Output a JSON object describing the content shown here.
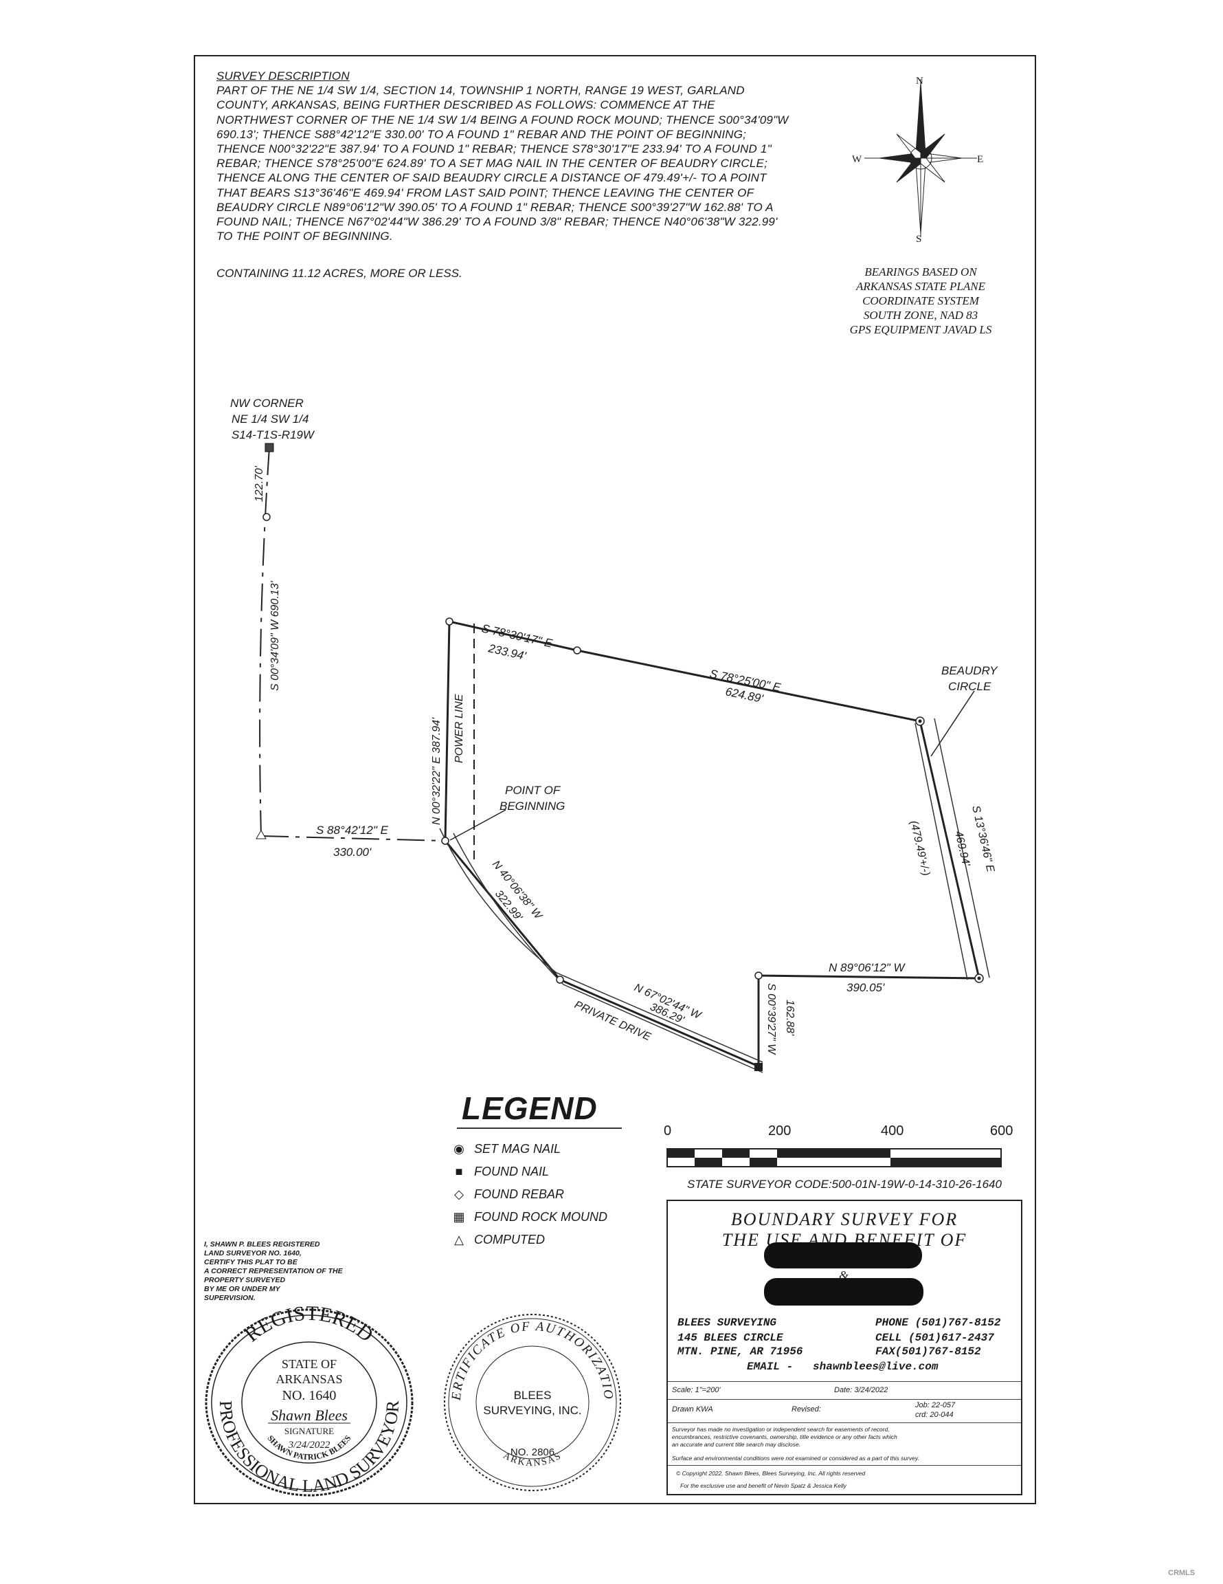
{
  "survey": {
    "heading": "SURVEY DESCRIPTION",
    "text": "PART OF THE NE 1/4 SW 1/4, SECTION 14, TOWNSHIP 1 NORTH, RANGE 19 WEST, GARLAND\nCOUNTY, ARKANSAS, BEING FURTHER DESCRIBED AS FOLLOWS: COMMENCE AT THE\nNORTHWEST CORNER OF THE NE 1/4 SW 1/4 BEING A FOUND ROCK MOUND; THENCE S00°34'09\"W\n690.13'; THENCE S88°42'12\"E 330.00' TO A FOUND 1\" REBAR AND THE POINT OF BEGINNING;\nTHENCE N00°32'22\"E 387.94' TO A FOUND 1\" REBAR; THENCE S78°30'17\"E 233.94' TO A FOUND 1\"\nREBAR; THENCE S78°25'00\"E 624.89' TO A SET MAG NAIL IN THE CENTER OF BEAUDRY CIRCLE;\nTHENCE ALONG THE CENTER OF SAID BEAUDRY CIRCLE A DISTANCE OF 479.49'+/- TO A POINT\nTHAT BEARS S13°36'46\"E 469.94' FROM LAST SAID POINT; THENCE LEAVING THE CENTER OF\nBEAUDRY CIRCLE N89°06'12\"W 390.05' TO A FOUND 1\" REBAR; THENCE S00°39'27\"W 162.88' TO A\nFOUND NAIL; THENCE N67°02'44\"W 386.29' TO A FOUND 3/8\" REBAR; THENCE N40°06'38\"W 322.99'\nTO THE POINT OF BEGINNING.",
    "acres": "CONTAINING 11.12 ACRES, MORE OR LESS."
  },
  "compass": {
    "n": "N",
    "s": "S",
    "e": "E",
    "w": "W"
  },
  "bearings_note": "BEARINGS BASED ON\nARKANSAS STATE PLANE\nCOORDINATE SYSTEM\nSOUTH ZONE, NAD 83\nGPS EQUIPMENT JAVAD LS",
  "plat": {
    "nw_corner_1": "NW CORNER",
    "nw_corner_2": "NE 1/4 SW 1/4",
    "nw_corner_3": "S14-T1S-R19W",
    "dist_122": "122.70'",
    "west_line": "S 00°34'09\" W   690.13'",
    "south_brg": "S 88°42'12\" E",
    "south_dist": "330.00'",
    "north_brg1": "S 78°30'17\" E",
    "north_dist1": "233.94'",
    "north_brg2": "S 78°25'00\" E",
    "north_dist2": "624.89'",
    "west_bdry": "N 00°32'22\" E  387.94'",
    "power_line": "POWER LINE",
    "pob_1": "POINT OF",
    "pob_2": "BEGINNING",
    "beaudry_1": "BEAUDRY",
    "beaudry_2": "CIRCLE",
    "arc": "(479.49'+/-)",
    "east_brg": "S 13°36'46\" E",
    "east_dist": "469.94'",
    "se_brg": "N 89°06'12\" W",
    "se_dist": "390.05'",
    "notch_brg": "S 00°39'27\" W",
    "notch_dist": "162.88'",
    "sw_brg1": "N 40°06'38\" W",
    "sw_dist1": "322.99'",
    "sw_brg2": "N 67°02'44\" W",
    "sw_dist2": "386.29'",
    "private_drive": "PRIVATE DRIVE"
  },
  "legend": {
    "title": "LEGEND",
    "items": [
      {
        "symbol": "◉",
        "label": "SET MAG NAIL"
      },
      {
        "symbol": "■",
        "label": "FOUND NAIL"
      },
      {
        "symbol": "◇",
        "label": "FOUND REBAR"
      },
      {
        "symbol": "▦",
        "label": "FOUND ROCK MOUND"
      },
      {
        "symbol": "△",
        "label": "COMPUTED"
      }
    ]
  },
  "scale": {
    "ticks": [
      "0",
      "200",
      "400",
      "600"
    ]
  },
  "state_code": "STATE SURVEYOR CODE:500-01N-19W-0-14-310-26-1640",
  "title_block": {
    "title_1": "BOUNDARY SURVEY FOR",
    "title_2": "THE USE AND BENEFIT OF",
    "ampersand": "&",
    "company": "BLEES SURVEYING",
    "address": "145 BLEES CIRCLE",
    "city": "MTN. PINE, AR 71956",
    "phone": "PHONE (501)767-8152",
    "cell": "CELL (501)617-2437",
    "fax": "FAX(501)767-8152",
    "email": "EMAIL -   shawnblees@live.com",
    "scale": "Scale: 1\"=200'",
    "date": "Date: 3/24/2022",
    "drawn": "Drawn  KWA",
    "revised": "Revised:",
    "job": "Job: 22-057",
    "crd": "crd: 20-044",
    "note1": "Surveyor has made no investigation or independent search for easements of record,\nencumbrances, restrictive covenants, ownership, title evidence or any other facts which\nan accurate and current title search may disclose.",
    "note2": "Surface and environmental conditions were not examined or considered as a part of this survey.",
    "copyright": "© Copyright 2022, Shawn Blees, Blees Surveying, Inc. All rights reserved",
    "exclusive": "For the exclusive use and benefit of Nevin Spatz & Jessica Kelly"
  },
  "certification": "I, SHAWN P. BLEES REGISTERED\nLAND SURVEYOR NO. 1640,\nCERTIFY THIS PLAT TO BE\nA CORRECT REPRESENTATION OF THE\nPROPERTY SURVEYED\nBY ME OR UNDER MY\nSUPERVISION.",
  "seal_surveyor": {
    "top": "REGISTERED",
    "bottom": "PROFESSIONAL LAND SURVEYOR",
    "state_1": "STATE OF",
    "state_2": "ARKANSAS",
    "number": "NO. 1640",
    "signature": "Shawn Blees",
    "sig_label": "SIGNATURE",
    "date": "3/24/2022",
    "name": "SHAWN PATRICK BLEES"
  },
  "seal_authorization": {
    "top": "CERTIFICATE OF AUTHORIZATION",
    "name_1": "BLEES",
    "name_2": "SURVEYING, INC.",
    "number": "NO. 2806",
    "state": "ARKANSAS"
  },
  "corner_mark": "CRMLS"
}
